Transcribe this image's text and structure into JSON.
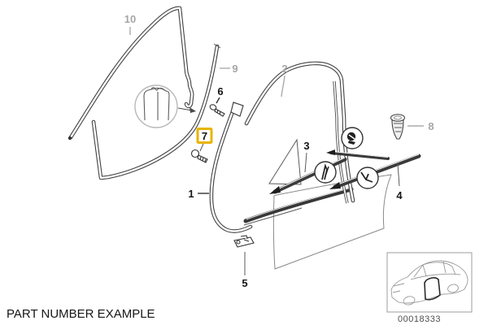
{
  "diagram": {
    "type": "exploded-parts-diagram",
    "subject": "door weatherstrip and moulding parts",
    "callouts": {
      "c1": "1",
      "c2": "2",
      "c3": "3",
      "c4": "4",
      "c5": "5",
      "c6": "6",
      "c7": "7",
      "c8": "8",
      "c9": "9",
      "c10": "10"
    },
    "muted_callouts": [
      "2",
      "8",
      "9",
      "10"
    ],
    "highlighted_callout": "7",
    "colors": {
      "background": "#ffffff",
      "highlight_border": "#e8b400",
      "muted_label": "#a6a6a6",
      "label": "#141414",
      "drawing_line": "#424242"
    },
    "icons": [
      "magnifier-profile-inset",
      "fastener-circle",
      "tool-v-circle",
      "tool-hook-circle",
      "screw-icon",
      "clip-icon",
      "grommet-icon",
      "car-thumbnail"
    ],
    "thumbnail": {
      "part_number": "00018333"
    },
    "caption": "PART NUMBER EXAMPLE"
  }
}
